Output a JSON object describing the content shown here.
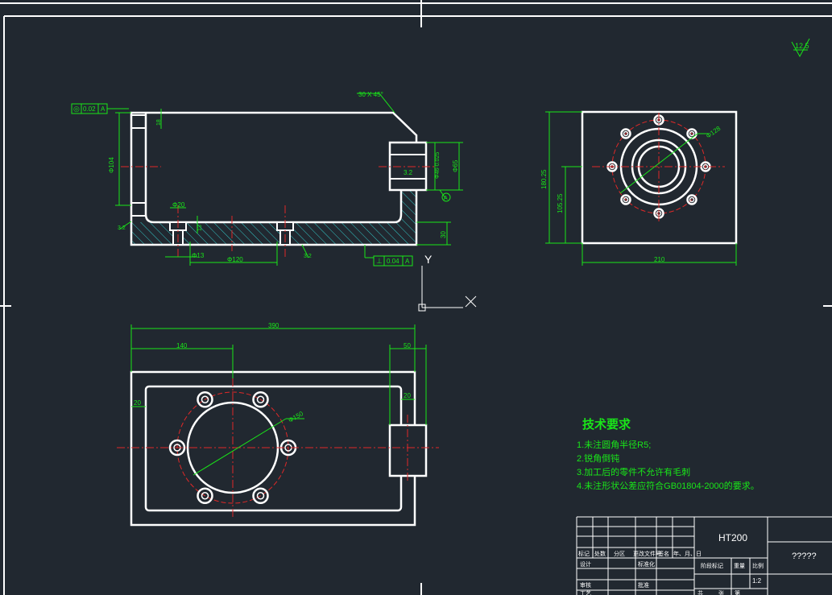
{
  "drawing": {
    "roughness_symbol": "12.5",
    "datum_label": "A",
    "front_view": {
      "chamfer_note": "30 X 45°",
      "fcf_top": {
        "symbol": "◎",
        "value": "0.02",
        "datum": "A"
      },
      "fcf_bottom": {
        "symbol": "⊥",
        "value": "0.04",
        "datum": "A"
      },
      "dim_height_left": "Φ104",
      "dim_small_top": "18",
      "dim_bore_fit": "Φ46-0.025",
      "dim_bore_width": "Φ65",
      "dim_bore_depth": "3.2",
      "dim_base_thick": "30",
      "dim_cbore": "Φ20",
      "dim_cbore_depth": "13",
      "dim_hole": "Φ13",
      "dim_hole_spacing": "Φ120",
      "rough_left": "3.2",
      "rough_bottom": "3.2"
    },
    "side_view": {
      "dim_bcd": "Φ128",
      "dim_height": "180.25",
      "dim_center_height": "105.25",
      "dim_width": "210"
    },
    "top_view": {
      "dim_length": "390",
      "dim_center_x": "140",
      "dim_boss": "50",
      "dim_edge_left": "20",
      "dim_edge_right": "20",
      "dim_bcd": "Φ150"
    },
    "ucs": {
      "x_label": "X",
      "y_label": "Y"
    }
  },
  "tech_requirements": {
    "title": "技术要求",
    "items": [
      "1.未注圆角半径R5;",
      "2.锐角倒钝",
      "3.加工后的零件不允许有毛刺",
      "4.未注形状公差应符合GB01804-2000的要求。"
    ]
  },
  "title_block": {
    "material": "HT200",
    "name": "?????",
    "scale": "1:2",
    "headers": [
      "标记",
      "处数",
      "分区",
      "更改文件号",
      "签名",
      "年、月、日"
    ],
    "row_design": "设计",
    "row_standard": "标准化",
    "row_review": "审核",
    "row_process": "工艺",
    "row_approve": "批准",
    "stage_mark": "阶段标记",
    "weight": "重量",
    "scale_label": "比例",
    "sheet_total": "共",
    "sheet_label": "张",
    "sheet_num": "第"
  },
  "colors": {
    "background": "#212830",
    "outline": "#ffffff",
    "dimension": "#19e619",
    "centerline": "#e02828",
    "hatch": "#33c6c6"
  }
}
